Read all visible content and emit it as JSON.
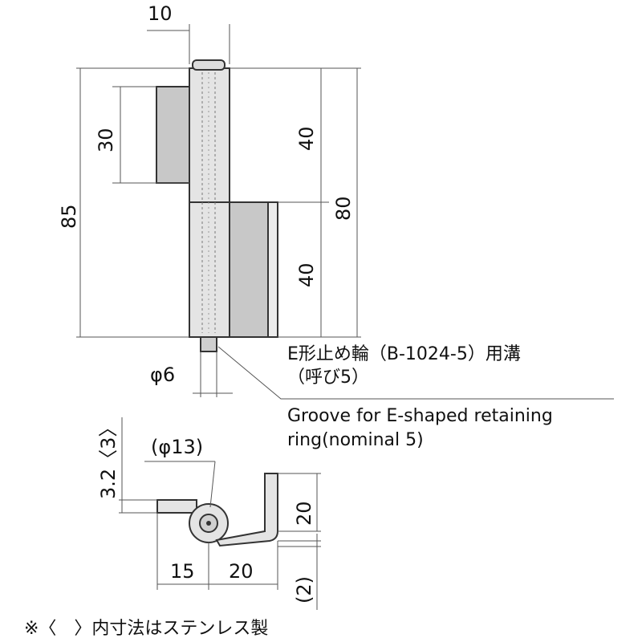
{
  "dimensions": {
    "top_width": "10",
    "left_leaf_height": "30",
    "overall_height": "85",
    "upper_knuckle": "40",
    "lower_knuckle": "40",
    "total_knuckle": "80",
    "pin_diameter": "φ6",
    "thickness": "3.2〈3〉",
    "barrel_diameter": "(φ13)",
    "offset": "20",
    "bottom_left": "15",
    "bottom_right": "20",
    "bottom_gap": "(2)"
  },
  "groove_note": {
    "jp_line1": "E形止め輪（B-1024-5）用溝",
    "jp_line2": "（呼び5）",
    "en_line1": "Groove for E-shaped retaining",
    "en_line2": "ring(nominal 5)"
  },
  "footnote": "※〈　〉内寸法はステンレス製",
  "colors": {
    "leaf_fill": "#c8c8c8",
    "body_fill": "#e4e4e4",
    "line": "#333333"
  }
}
